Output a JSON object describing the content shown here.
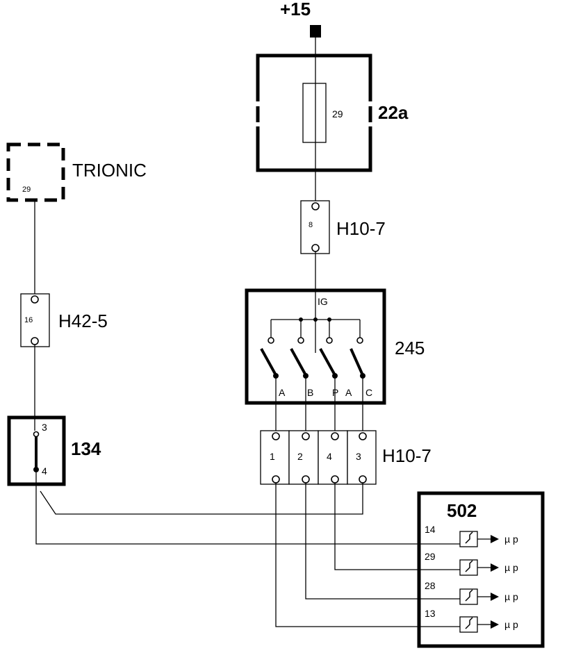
{
  "supply": {
    "label": "+15"
  },
  "fuse_box": {
    "label": "22a",
    "fuse_number": "29"
  },
  "trionic": {
    "label": "TRIONIC",
    "pin": "29"
  },
  "conn_h10_top": {
    "label": "H10-7",
    "pin": "8"
  },
  "conn_h42": {
    "label": "H42-5",
    "pin": "16"
  },
  "switch_245": {
    "label": "245",
    "input": "IG",
    "outputs": [
      "A",
      "B",
      "P",
      "A",
      "C"
    ]
  },
  "conn_h10_bottom": {
    "label": "H10-7",
    "pins": [
      "1",
      "2",
      "4",
      "3"
    ]
  },
  "comp_134": {
    "label": "134",
    "pin_top": "3",
    "pin_bottom": "4"
  },
  "ecu_502": {
    "label": "502",
    "pins": [
      "14",
      "29",
      "28",
      "13"
    ],
    "output_label": "µ p"
  }
}
